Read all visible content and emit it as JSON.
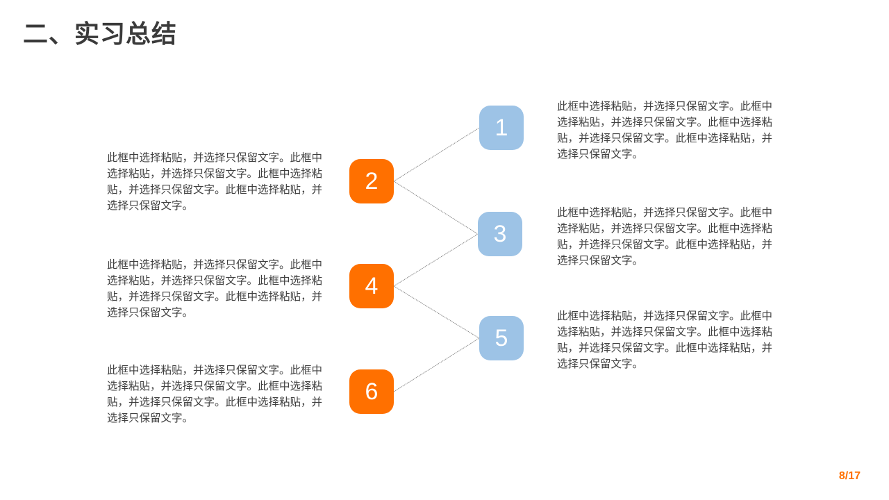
{
  "title": "二、实习总结",
  "colors": {
    "orange": "#FF7000",
    "blue": "#9DC3E6",
    "text": "#404040"
  },
  "nodes": [
    {
      "label": "1",
      "text": "此框中选择粘贴，并选择只保留文字。此框中选择粘贴，并选择只保留文字。此框中选择粘贴，并选择只保留文字。此框中选择粘贴，并选择只保留文字。"
    },
    {
      "label": "2",
      "text": "此框中选择粘贴，并选择只保留文字。此框中选择粘贴，并选择只保留文字。此框中选择粘贴，并选择只保留文字。此框中选择粘贴，并选择只保留文字。"
    },
    {
      "label": "3",
      "text": "此框中选择粘贴，并选择只保留文字。此框中选择粘贴，并选择只保留文字。此框中选择粘贴，并选择只保留文字。此框中选择粘贴，并选择只保留文字。"
    },
    {
      "label": "4",
      "text": "此框中选择粘贴，并选择只保留文字。此框中选择粘贴，并选择只保留文字。此框中选择粘贴，并选择只保留文字。此框中选择粘贴，并选择只保留文字。"
    },
    {
      "label": "5",
      "text": "此框中选择粘贴，并选择只保留文字。此框中选择粘贴，并选择只保留文字。此框中选择粘贴，并选择只保留文字。此框中选择粘贴，并选择只保留文字。"
    },
    {
      "label": "6",
      "text": "此框中选择粘贴，并选择只保留文字。此框中选择粘贴，并选择只保留文字。此框中选择粘贴，并选择只保留文字。此框中选择粘贴，并选择只保留文字。"
    }
  ],
  "page_number": "8/17"
}
